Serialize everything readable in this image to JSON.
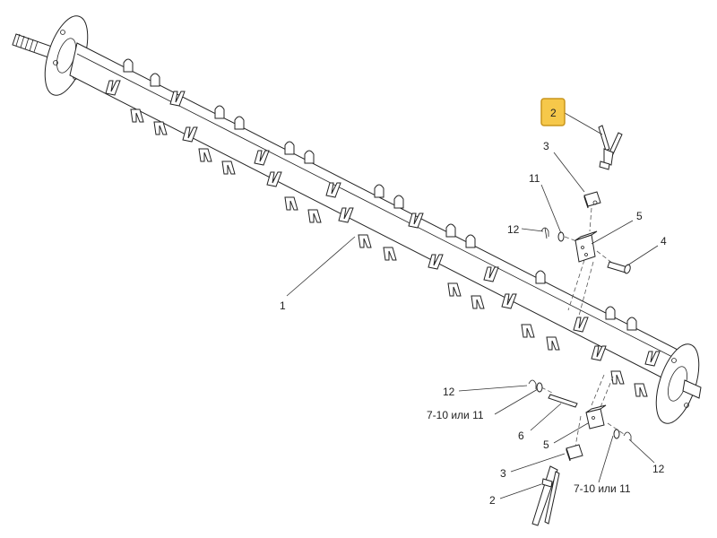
{
  "callouts": {
    "shaft": "1",
    "finger_top": "2",
    "finger_bottom": "2",
    "bush_top": "3",
    "bush_bottom": "3",
    "pin_top": "4",
    "bracket_top": "5",
    "bracket_bottom": "5",
    "axle_bottom": "6",
    "washer_bottom_left": "7-10 или 11",
    "washer_bottom_right": "7-10 или 11",
    "washer_top": "11",
    "split_pin_top": "12",
    "split_pin_bottom_left": "12",
    "split_pin_bottom_right": "12"
  },
  "highlight_color": "#f6c84a"
}
